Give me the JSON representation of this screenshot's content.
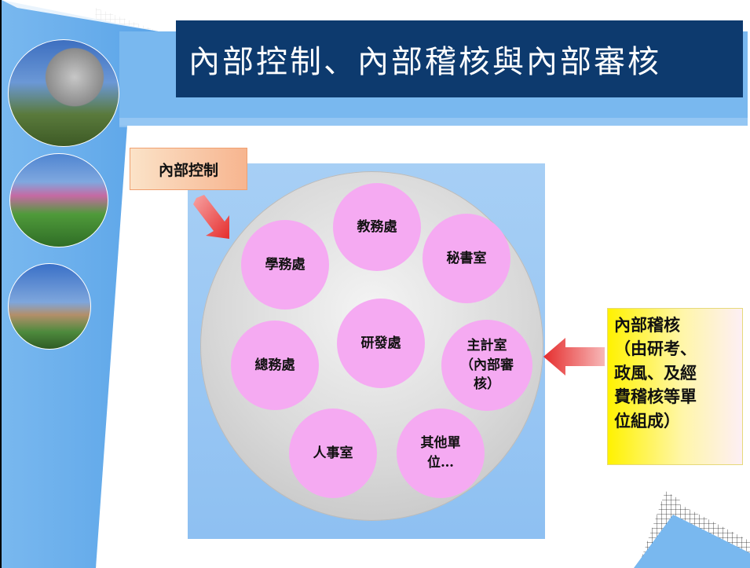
{
  "slide": {
    "title": "內部控制、內部稽核與內部審核"
  },
  "labels": {
    "internal_control": "內部控制",
    "internal_audit_lines": [
      "內部稽核",
      "（由研考、",
      "政風、及經",
      "費稽核等單",
      "位組成）"
    ]
  },
  "units": [
    {
      "lines": [
        "教務處"
      ]
    },
    {
      "lines": [
        "學務處"
      ]
    },
    {
      "lines": [
        "秘書室"
      ]
    },
    {
      "lines": [
        "研發處"
      ]
    },
    {
      "lines": [
        "總務處"
      ]
    },
    {
      "lines": [
        "主計室",
        "（內部審",
        "核）"
      ]
    },
    {
      "lines": [
        "人事室"
      ]
    },
    {
      "lines": [
        "其他單",
        "位…"
      ]
    }
  ],
  "colors": {
    "title_bg": "#0d3a6e",
    "unit_fill": "#f5aaf2",
    "panel_bg": "#a7cff5",
    "arrow": "#ef3b3b",
    "audit_label_bg": "#fff200",
    "control_label_bg": "#f8c2a0"
  },
  "icons": [
    "down-right-arrow-icon",
    "left-arrow-icon"
  ]
}
